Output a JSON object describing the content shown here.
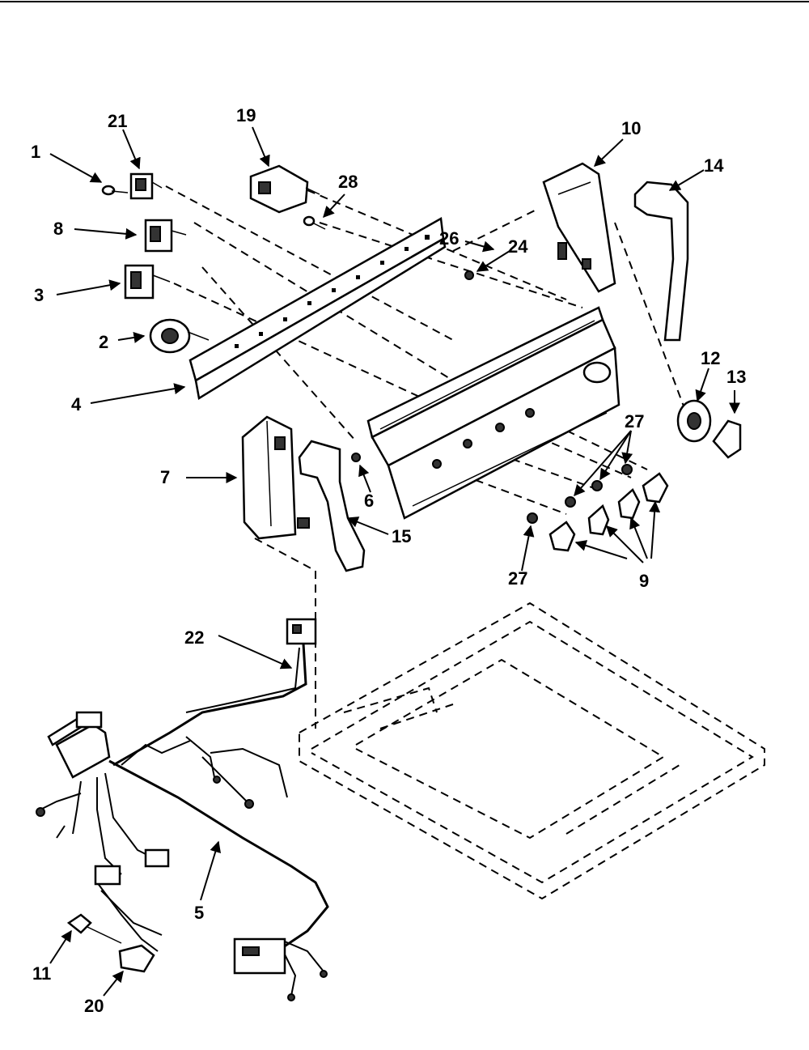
{
  "callouts": {
    "c1": "1",
    "c2": "2",
    "c3": "3",
    "c4": "4",
    "c5": "5",
    "c6": "6",
    "c7": "7",
    "c8": "8",
    "c9": "9",
    "c10": "10",
    "c11": "11",
    "c12": "12",
    "c13": "13",
    "c14": "14",
    "c15": "15",
    "c19": "19",
    "c20": "20",
    "c21": "21",
    "c22": "22",
    "c24": "24",
    "c26": "26",
    "c27a": "27",
    "c27b": "27",
    "c28": "28"
  }
}
